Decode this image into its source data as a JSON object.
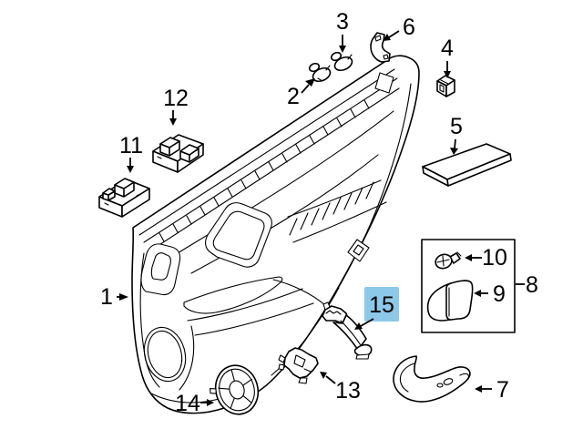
{
  "colors": {
    "background": "#ffffff",
    "line": "#000000",
    "highlight_bg": "#8cc8e8",
    "highlight_text": "#1c3b52"
  },
  "selected_part": "15",
  "labels": {
    "p1": "1",
    "p2": "2",
    "p3": "3",
    "p4": "4",
    "p5": "5",
    "p6": "6",
    "p7": "7",
    "p8": "8",
    "p9": "9",
    "p10": "10",
    "p11": "11",
    "p12": "12",
    "p13": "13",
    "p14": "14",
    "p15": "15"
  }
}
